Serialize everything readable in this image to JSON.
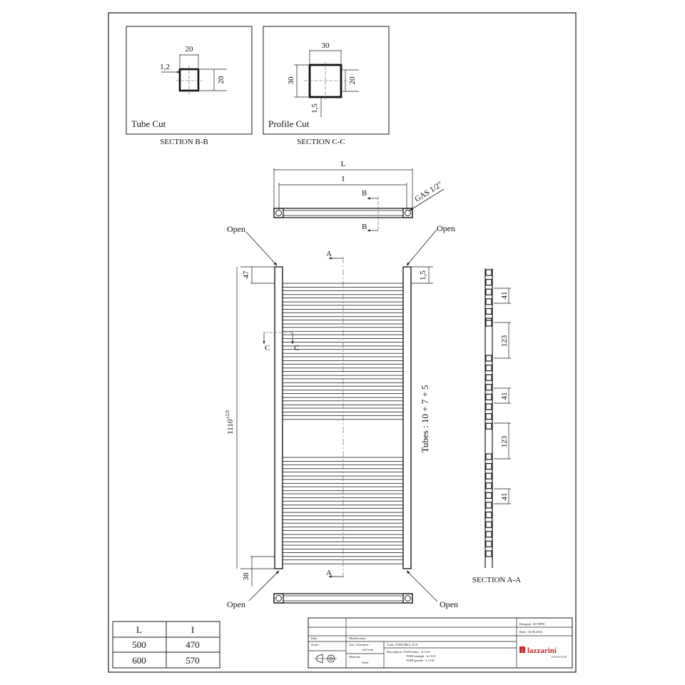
{
  "section_bb": {
    "caption": "Tube Cut",
    "title": "SECTION B-B",
    "dim_width": "20",
    "dim_height": "20",
    "dim_wall": "1,2"
  },
  "section_cc": {
    "caption": "Profile Cut",
    "title": "SECTION C-C",
    "dim_width": "30",
    "dim_height_outer": "30",
    "dim_height_inner": "20",
    "dim_wall": "1,5"
  },
  "top_view": {
    "dim_L": "L",
    "dim_I": "I",
    "connection": "GAS 1/2\"",
    "section_mark": "B"
  },
  "front_view": {
    "open_label": "Open",
    "section_a": "A",
    "section_c": "C",
    "dim_top": "47",
    "dim_bottom": "38",
    "dim_height": "1110",
    "dim_height_tol": "±2,0",
    "dim_cap": "1,5",
    "tubes_label": "Tubes : 10 + 7 + 5"
  },
  "section_aa": {
    "title": "SECTION A-A",
    "dim_41": "41",
    "dim_123": "123"
  },
  "size_table": {
    "headers": [
      "L",
      "I"
    ],
    "rows": [
      [
        "500",
        "470"
      ],
      [
        "600",
        "570"
      ]
    ]
  },
  "title_block": {
    "designer": "Designer : R.TSPH",
    "date": "Date : 16.05.2012",
    "row_date": "Date",
    "row_modification": "Modification",
    "row_scale": "Scale :",
    "dims_tolerance": "Gen. Tolerance :",
    "tolerance_value": "±0,5 mm",
    "material_label": "Material :",
    "material_value": "Steel",
    "code": "Code: TODI DR h 1110",
    "description": "Description: TODI dritto - h 1110",
    "desc_line2": "TODI straight - h 1110",
    "desc_line3": "TODI gerade - h 1110",
    "brand": "lazzarini",
    "brand_sub": "RADIATORI"
  },
  "colors": {
    "line": "#1a1a1a",
    "brand": "#c0282d"
  }
}
